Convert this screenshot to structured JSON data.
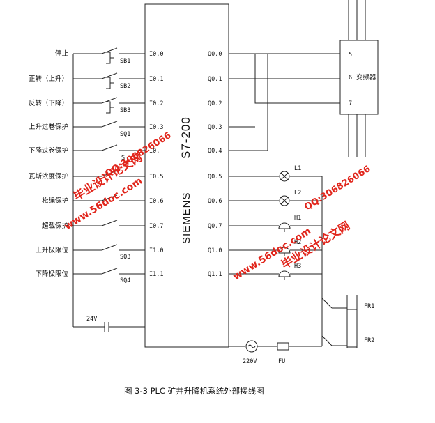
{
  "plc": {
    "brand": "SIEMENS",
    "model": "S7-200"
  },
  "inputs": [
    {
      "label": "停止",
      "address": "I0.0",
      "tag": "SB1"
    },
    {
      "label": "正转（上升）",
      "address": "I0.1",
      "tag": "SB2"
    },
    {
      "label": "反转（下降）",
      "address": "I0.2",
      "tag": "SB3"
    },
    {
      "label": "上升过卷保护",
      "address": "I0.3",
      "tag": "SQ1"
    },
    {
      "label": "下降过卷保护",
      "address": "I0.",
      "tag": "S"
    },
    {
      "label": "瓦斯浓度保护",
      "address": "I0.5",
      "tag": ""
    },
    {
      "label": "松绳保护",
      "address": "I0.6",
      "tag": ""
    },
    {
      "label": "超载保护",
      "address": "I0.7",
      "tag": ""
    },
    {
      "label": "上升极限位",
      "address": "I1.0",
      "tag": "SQ3"
    },
    {
      "label": "下降极限位",
      "address": "I1.1",
      "tag": "SQ4"
    }
  ],
  "outputs": [
    {
      "address": "Q0.0"
    },
    {
      "address": "Q0.1"
    },
    {
      "address": "Q0.2"
    },
    {
      "address": "Q0.3"
    },
    {
      "address": "Q0.4"
    },
    {
      "address": "Q0.5"
    },
    {
      "address": "Q0.6"
    },
    {
      "address": "Q0.7"
    },
    {
      "address": "Q1.0"
    },
    {
      "address": "Q1.1"
    }
  ],
  "inverter": {
    "label": "变频器",
    "terminals": [
      "5",
      "6",
      "7"
    ]
  },
  "loads": [
    "L1",
    "L2",
    "H1",
    "H2",
    "H3"
  ],
  "relays": [
    "FR1",
    "FR2"
  ],
  "supply": {
    "dc": "24V",
    "ac": "220V",
    "fuse": "FU"
  },
  "caption": "图 3-3 PLC 矿井升降机系统外部接线图",
  "watermark": {
    "url": "www.56doc.com",
    "qq": "QQ:306826066",
    "site": "毕业设计论文网"
  }
}
